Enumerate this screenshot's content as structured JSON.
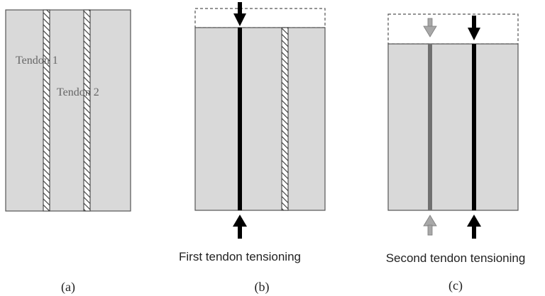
{
  "panels": {
    "a": {
      "tendon1_label": "Tendon 1",
      "tendon2_label": "Tendon 2",
      "caption": "(a)"
    },
    "b": {
      "description": "First tendon tensioning",
      "caption": "(b)"
    },
    "c": {
      "description": "Second tendon tensioning",
      "caption": "(c)"
    }
  },
  "colors": {
    "wall_fill": "#d9d9d9",
    "outline": "#555555",
    "tensioned_tendon": "#000000",
    "previous_tendon": "#707070",
    "previous_arrow": "#a8a8a8",
    "hatch_line": "#333333"
  }
}
